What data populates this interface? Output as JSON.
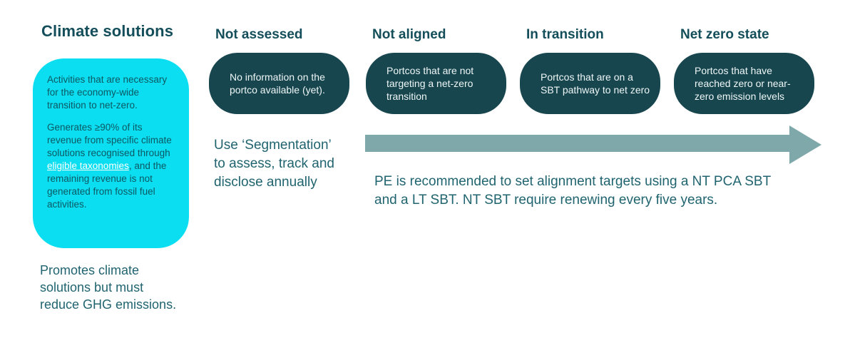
{
  "left_panel": {
    "title": "Climate solutions",
    "card": {
      "paragraph1": "Activities that are necessary for the economy-wide transition to net-zero.",
      "paragraph2_before": "Generates ≥90% of its revenue from specific climate solutions recognised through ",
      "link_text": "eligible taxonomies",
      "paragraph2_after": ", and the remaining revenue is not generated from fossil fuel activities."
    },
    "footnote": "Promotes climate solutions but must reduce GHG emissions."
  },
  "stages": [
    {
      "title": "Not assessed",
      "description": "No information on the portco available (yet)."
    },
    {
      "title": "Not aligned",
      "description": "Portcos that are not targeting a net-zero transition"
    },
    {
      "title": "In transition",
      "description": "Portcos that are on a SBT pathway to net zero"
    },
    {
      "title": "Net zero state",
      "description": "Portcos that have reached zero or near-zero emission levels"
    }
  ],
  "segmentation_note": {
    "lines": [
      "Use ‘Segmentation’",
      "to assess, track and",
      "disclose annually"
    ]
  },
  "recommendation": {
    "lines": [
      "PE is recommended to set alignment targets using a NT PCA SBT",
      "and a LT SBT. NT SBT require renewing every five years."
    ]
  },
  "colors": {
    "heading": "#134e5a",
    "body_text": "#20646f",
    "card_background": "#0bdef0",
    "card_text": "#0d5863",
    "pill_background": "#17464f",
    "pill_text": "#eef6f6",
    "arrow": "#7fa8ab",
    "link": "#ffffff"
  }
}
